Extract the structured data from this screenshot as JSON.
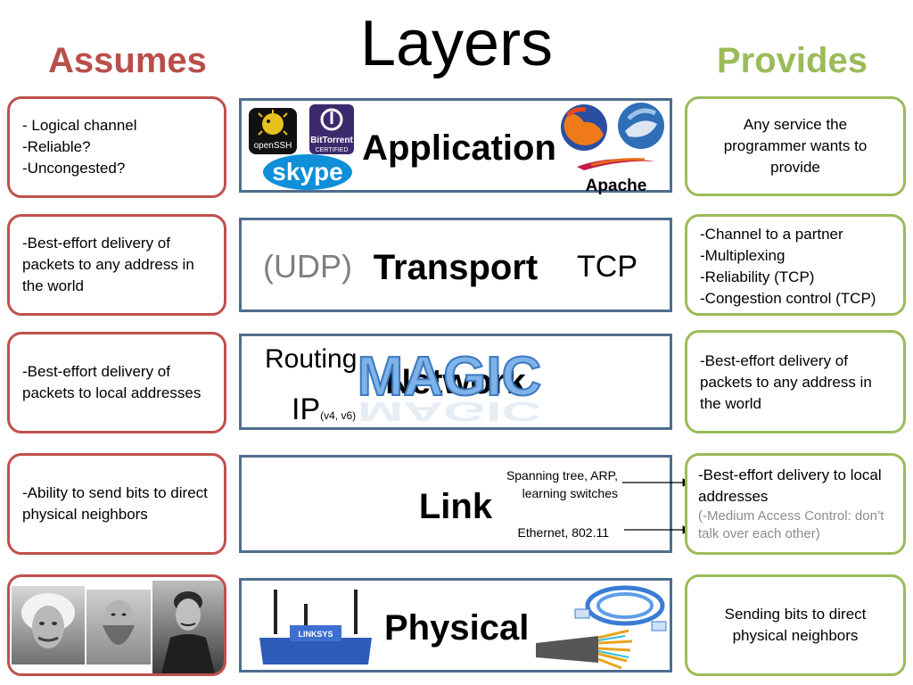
{
  "title": "Layers",
  "assumes_heading": "Assumes",
  "provides_heading": "Provides",
  "layers": [
    {
      "name": "Application",
      "assumes": "- Logical channel\n-Reliable?\n-Uncongested?",
      "provides": "Any service the programmer wants to provide",
      "logos": [
        "openSSH",
        "BitTorrent",
        "CERTIFIED",
        "skype",
        "Apache"
      ]
    },
    {
      "name": "Transport",
      "assumes": "-Best-effort delivery of packets to any address in the world",
      "provides": "-Channel to a partner\n   -Multiplexing\n-Reliability (TCP)\n-Congestion control (TCP)",
      "left_label": "(UDP)",
      "right_label": "TCP"
    },
    {
      "name": "Network",
      "assumes": "-Best-effort delivery of packets to local addresses",
      "provides": "-Best-effort delivery of packets to any address in the world",
      "routing_label": "Routing",
      "ip_label": "IP",
      "ip_sub": "(v4, v6)",
      "magic_label": "MAGIC"
    },
    {
      "name": "Link",
      "assumes": "-Ability to send bits to direct physical neighbors",
      "provides_main": "-Best-effort delivery to local addresses",
      "provides_note": "(-Medium Access Control: don’t talk over each other)",
      "note_top": "Spanning tree, ARP, learning switches",
      "note_bottom": "Ethernet, 802.11"
    },
    {
      "name": "Physical",
      "provides": "Sending bits to direct physical neighbors",
      "router_label": "LINKSYS"
    }
  ],
  "colors": {
    "assumes": "#c0504d",
    "provides": "#9bbb59",
    "layer_border": "#4f6d8f",
    "magic": "#4a90d9"
  }
}
